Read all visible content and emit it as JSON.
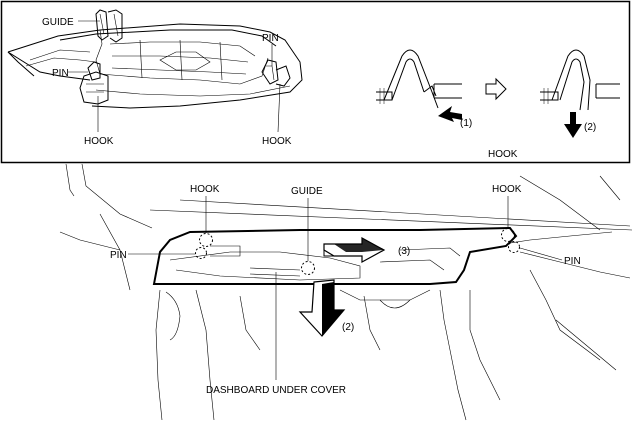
{
  "top_panel": {
    "labels": {
      "guide": "GUIDE",
      "pin_left": "PIN",
      "pin_right": "PIN",
      "hook_left": "HOOK",
      "hook_right": "HOOK",
      "step1": "(1)",
      "step2": "(2)",
      "caption": "HOOK"
    }
  },
  "bottom_panel": {
    "labels": {
      "hook_left": "HOOK",
      "hook_right": "HOOK",
      "guide": "GUIDE",
      "pin_left": "PIN",
      "pin_right": "PIN",
      "step3": "(3)",
      "step2": "(2)",
      "part_name": "DASHBOARD UNDER COVER"
    }
  }
}
